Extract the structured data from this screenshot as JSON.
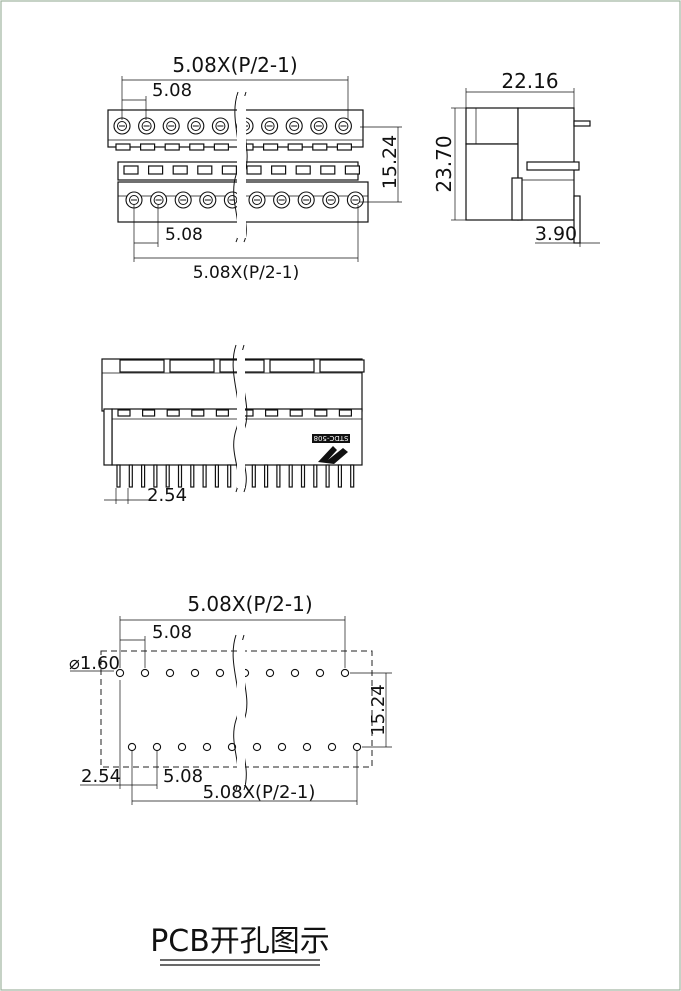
{
  "diagram": {
    "top_view": {
      "label_span_top": "5.08X(P/2-1)",
      "label_pitch_top": "5.08",
      "label_row_gap": "15.24",
      "label_pitch_bottom": "5.08",
      "label_span_bottom": "5.08X(P/2-1)"
    },
    "side_view": {
      "label_depth": "22.16",
      "label_height": "23.70",
      "label_pin_length": "3.90"
    },
    "front_view": {
      "label_pin_pitch": "2.54",
      "stamp_text": "STDC-508"
    },
    "pcb_layout": {
      "label_span_top": "5.08X(P/2-1)",
      "label_pitch_top": "5.08",
      "label_hole_diameter": "⌀1.60",
      "label_row_gap": "15.24",
      "label_offset": "2.54",
      "label_pitch_bottom": "5.08",
      "label_span_bottom": "5.08X(P/2-1)"
    },
    "footer_title": "PCB开孔图示",
    "colors": {
      "line": "#111111",
      "border": "#9fb59f"
    }
  }
}
